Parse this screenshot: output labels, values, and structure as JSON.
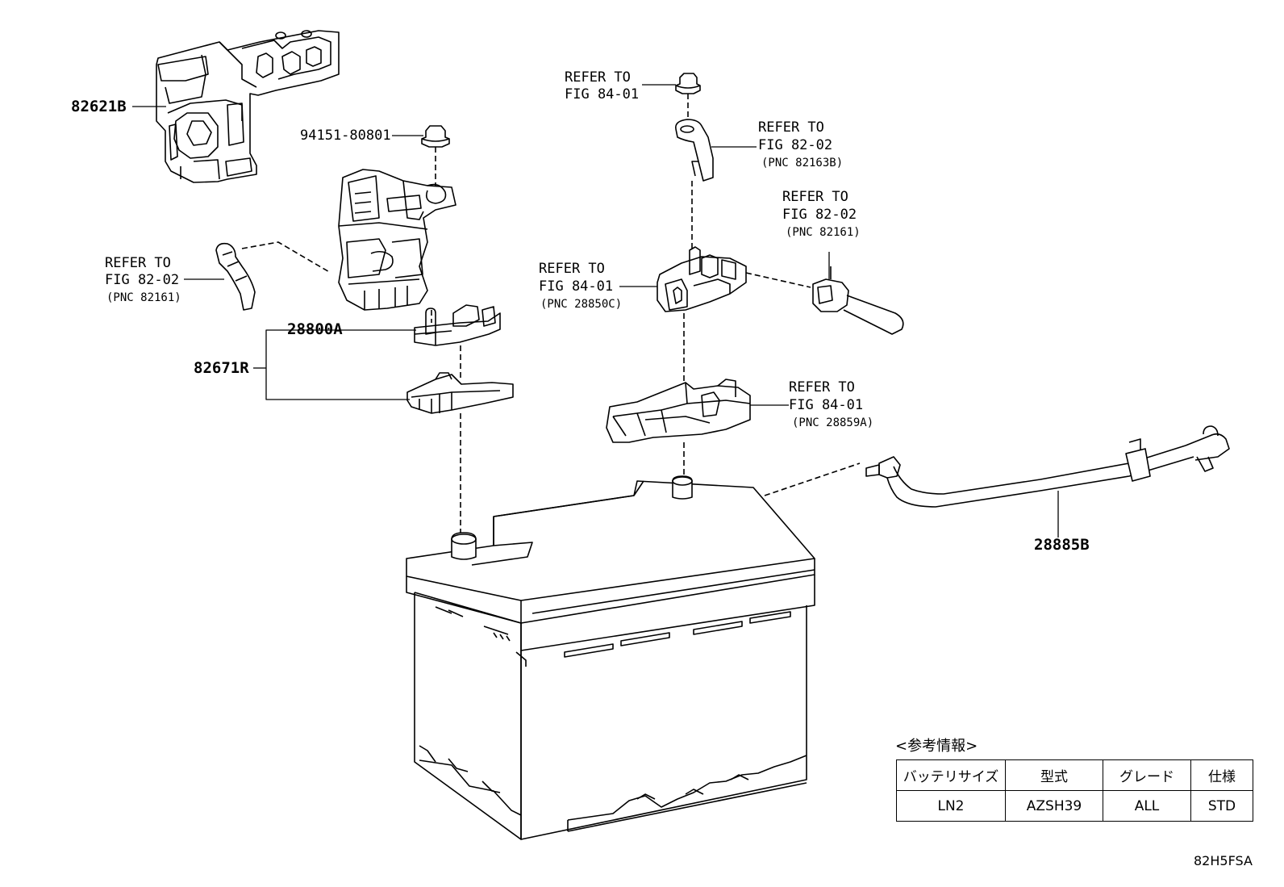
{
  "labels": {
    "p82621b": "82621B",
    "p94151": "94151-80801",
    "p28800a": "28800A",
    "p82671r": "82671R",
    "p28885b": "28885B",
    "ref_left_1": "REFER TO",
    "ref_left_2": "FIG 82-02",
    "ref_left_3": "(PNC 82161)",
    "ref_top_1": "REFER TO",
    "ref_top_2": "FIG 84-01",
    "ref_cable_1": "REFER TO",
    "ref_cable_2": "FIG 82-02",
    "ref_cable_3": "(PNC 82163B)",
    "ref_right_1": "REFER TO",
    "ref_right_2": "FIG 82-02",
    "ref_right_3": "(PNC 82161)",
    "ref_clamp_1": "REFER TO",
    "ref_clamp_2": "FIG 84-01",
    "ref_clamp_3": "(PNC 28850C)",
    "ref_cover_1": "REFER TO",
    "ref_cover_2": "FIG 84-01",
    "ref_cover_3": "(PNC 28859A)"
  },
  "reference_info": {
    "title": "<参考情報>",
    "headers": [
      "バッテリサイズ",
      "型式",
      "グレード",
      "仕様"
    ],
    "row": [
      "LN2",
      "AZSH39",
      "ALL",
      "STD"
    ]
  },
  "figure_code": "82H5FSA"
}
